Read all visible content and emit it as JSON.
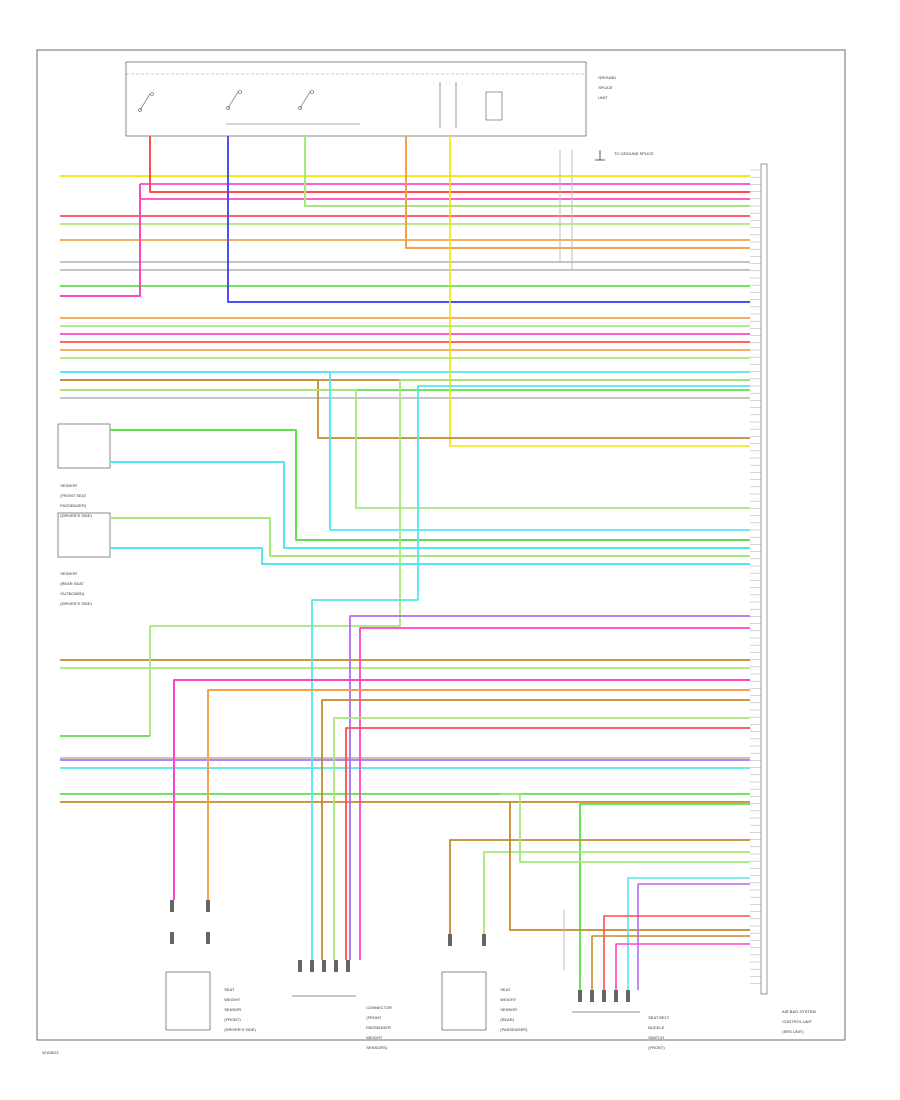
{
  "diagram": {
    "footer_code": "W1D8D3",
    "colors": {
      "yellow": "#f3e600",
      "pink": "#ff44c8",
      "green": "#5de04a",
      "red": "#ff4d4d",
      "orange": "#f4a24a",
      "lgreen": "#a6e87a",
      "brown": "#c58a2c",
      "cyan": "#52e7ee",
      "blue": "#4a52f4",
      "violet": "#b36cf2",
      "gray": "#bdbdbd",
      "frame": "#6d6d6d"
    },
    "components": {
      "top_switch_unit": [
        "GROUND",
        "SPLICE",
        "UNIT"
      ],
      "bottom_ground_note": "TO GROUND SPLICE",
      "left_sensor_1": [
        "SENSOR",
        "(FRONT SEAT",
        "PASSENGER)",
        "(DRIVER'S SIDE)"
      ],
      "left_sensor_2": [
        "SENSOR",
        "(REAR SEAT",
        "OUTBOARD)",
        "(DRIVER'S SIDE)"
      ],
      "module": [
        "AIR BAG SYSTEM",
        "CONTROL UNIT",
        "(SRS UNIT)"
      ],
      "bottom_1": [
        "SEAT",
        "WEIGHT",
        "SENSOR",
        "(FRONT)",
        "(DRIVER'S SIDE)"
      ],
      "bottom_2": [
        "CONNECTOR",
        "(FRONT",
        "PASSENGER",
        "WEIGHT",
        "SENSORS)"
      ],
      "bottom_3": [
        "SEAT",
        "WEIGHT",
        "SENSOR",
        "(REAR)",
        "(PASSENGER)"
      ],
      "bottom_4": [
        "SEAT BELT",
        "BUCKLE",
        "SWITCH",
        "(FRONT)"
      ]
    }
  }
}
